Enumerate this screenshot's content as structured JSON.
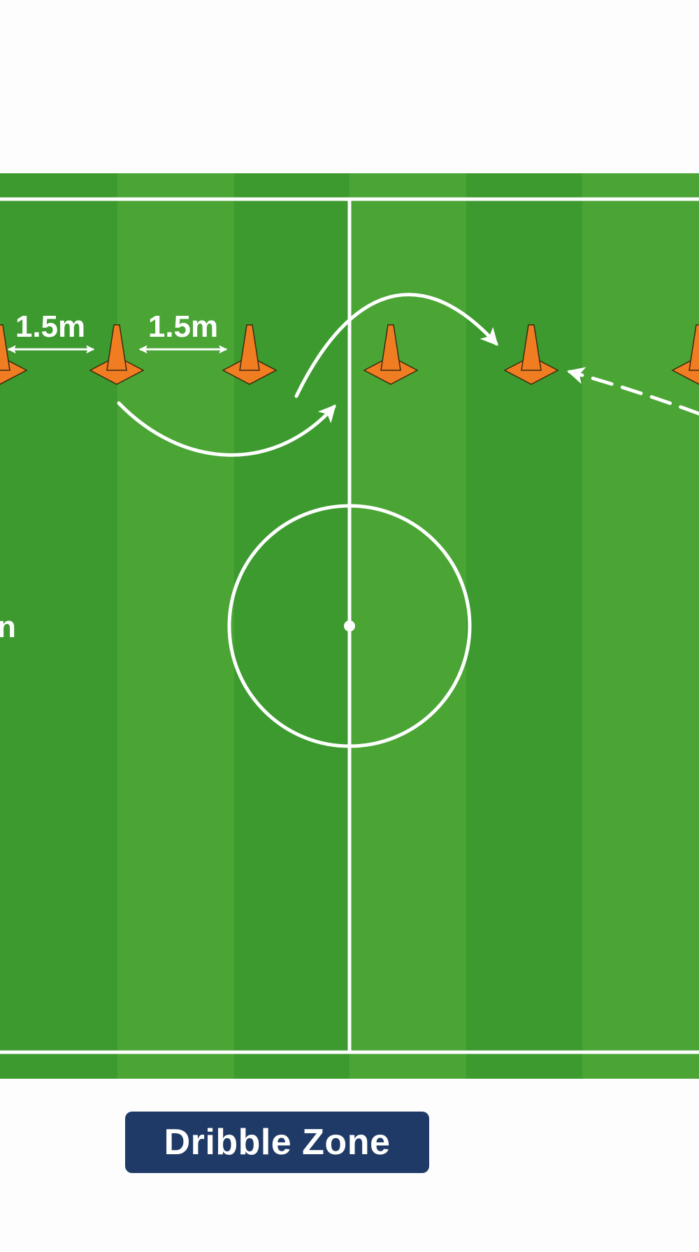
{
  "diagram": {
    "spacing_labels": [
      "1.5m",
      "1.5m"
    ],
    "partial_side_label": "n",
    "cone_count": 6,
    "colors": {
      "grass_dark": "#3c9a2e",
      "grass_light": "#4aa535",
      "lines": "#ffffff",
      "cone": "#f07d22",
      "badge": "#1f3a66"
    }
  },
  "badge": {
    "label": "Dribble Zone"
  }
}
